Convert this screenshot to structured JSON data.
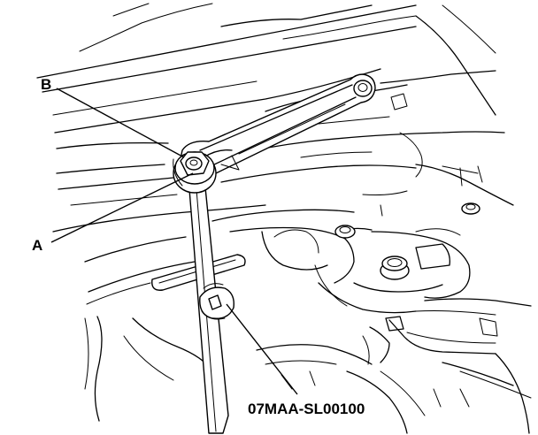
{
  "callouts": {
    "a": "A",
    "b": "B"
  },
  "tool_part_number": "07MAA-SL00100"
}
